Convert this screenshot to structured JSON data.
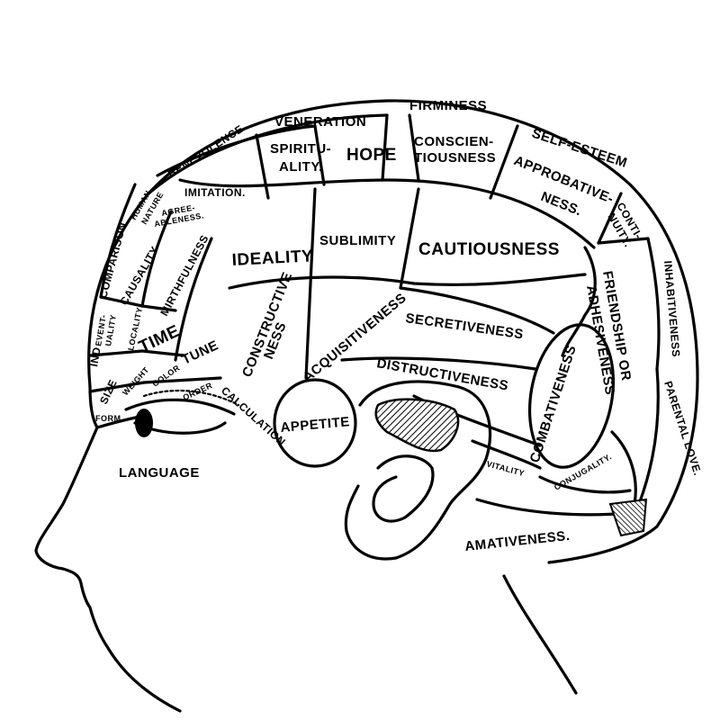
{
  "regions": {
    "firmness": "FIRMINESS",
    "veneration": "VENERATION",
    "benevolence": "BENEVOLENCE",
    "self_esteem": "SELF-ESTEEM",
    "spirituality_1": "SPIRITU-",
    "spirituality_2": "ALITY.",
    "hope": "HOPE",
    "conscientiousness_1": "CONSCIEN-",
    "conscientiousness_2": "TIOUSNESS",
    "approbativeness_1": "APPROBATIVE-",
    "approbativeness_2": "NESS.",
    "continuity_1": "CONTI-",
    "continuity_2": "NUITY.",
    "human_nature_1": "HUMAN",
    "human_nature_2": "NATURE",
    "imitation": "IMITATION.",
    "agreeableness_1": "AGREE-",
    "agreeableness_2": "ABLENESS.",
    "ideality": "IDEALITY",
    "sublimity": "SUBLIMITY",
    "cautiousness": "CAUTIOUSNESS",
    "comparison": "COMPARISON",
    "causality": "CAUSALITY",
    "mirthfulness": "MIRTHFULNESS",
    "friendship_1": "FRIENDSHIP OR",
    "friendship_2": "ADHESIVENESS",
    "inhabitiveness": "INHABITIVENESS",
    "eventuality_1": "EVENT-",
    "eventuality_2": "UALITY",
    "locality": "LOCALITY",
    "time": "TIME",
    "tune": "TUNE",
    "constructiveness_1": "CONSTRUCTIVE",
    "constructiveness_2": "NESS",
    "acquisitiveness": "ACQUISITIVENESS",
    "secretiveness": "SECRETIVENESS",
    "combativeness": "COMBATIVENESS",
    "parental_love": "PARENTAL LOVE.",
    "individuality": "IND",
    "size": "SIZE",
    "weight": "WEIGHT",
    "color": "COLOR",
    "order": "ORDER",
    "calculation": "CALCULATION",
    "distructiveness": "DISTRUCTIVENESS",
    "form": "FORM",
    "appetite": "APPETITE",
    "vitality": "VITALITY",
    "conjugality": "CONJUGALITY.",
    "language": "LANGUAGE",
    "amativeness": "AMATIVENESS."
  }
}
